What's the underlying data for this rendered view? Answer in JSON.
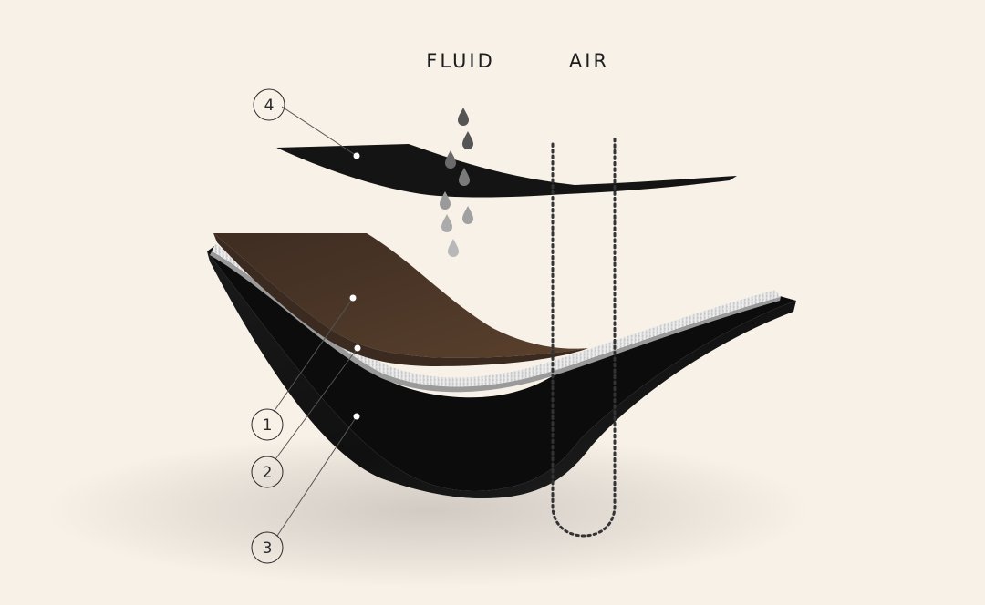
{
  "labels": {
    "fluid": "FLUID",
    "air": "AIR"
  },
  "callouts": [
    {
      "id": "4",
      "label": "4",
      "layer": "top-sheet"
    },
    {
      "id": "1",
      "label": "1",
      "layer": "brown-textile-layer"
    },
    {
      "id": "2",
      "label": "2",
      "layer": "white-mesh-layer"
    },
    {
      "id": "3",
      "label": "3",
      "layer": "black-base-layer"
    }
  ],
  "colors": {
    "background": "#f8f1e8",
    "black_layer": "#151515",
    "brown_layer": "#4a3526",
    "mesh_layer": "#dedede",
    "drop_dark": "#555555",
    "drop_light": "#b8b8b8",
    "air_dotted": "#333333",
    "leader_line": "#555555"
  },
  "icons": {
    "fluid": "water-drop-icon",
    "air": "dotted-air-path"
  }
}
